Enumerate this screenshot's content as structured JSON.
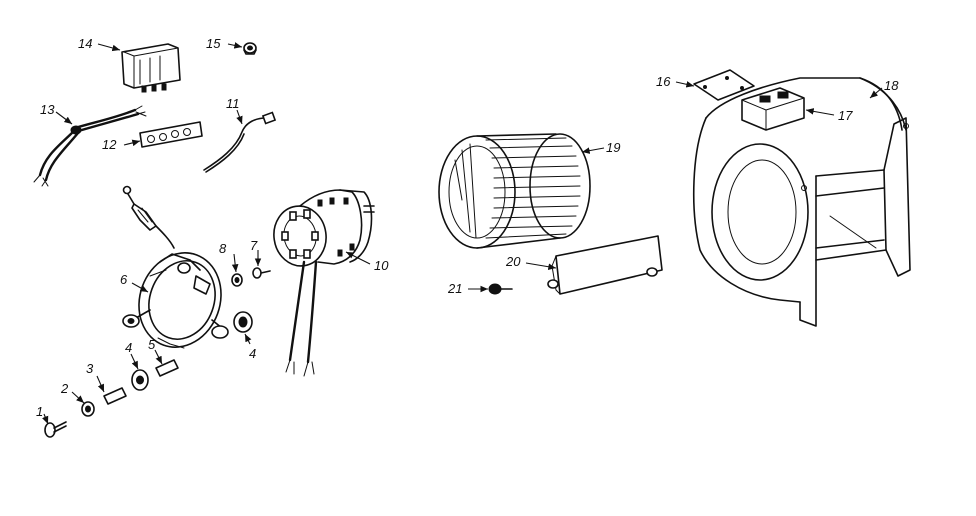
{
  "labels": {
    "p1": "1",
    "p2": "2",
    "p3": "3",
    "p4a": "4",
    "p4b": "4",
    "p5": "5",
    "p6": "6",
    "p7": "7",
    "p8": "8",
    "p10": "10",
    "p11": "11",
    "p12": "12",
    "p13": "13",
    "p14": "14",
    "p15": "15",
    "p16": "16",
    "p17": "17",
    "p18": "18",
    "p19": "19",
    "p20": "20",
    "p21": "21"
  }
}
